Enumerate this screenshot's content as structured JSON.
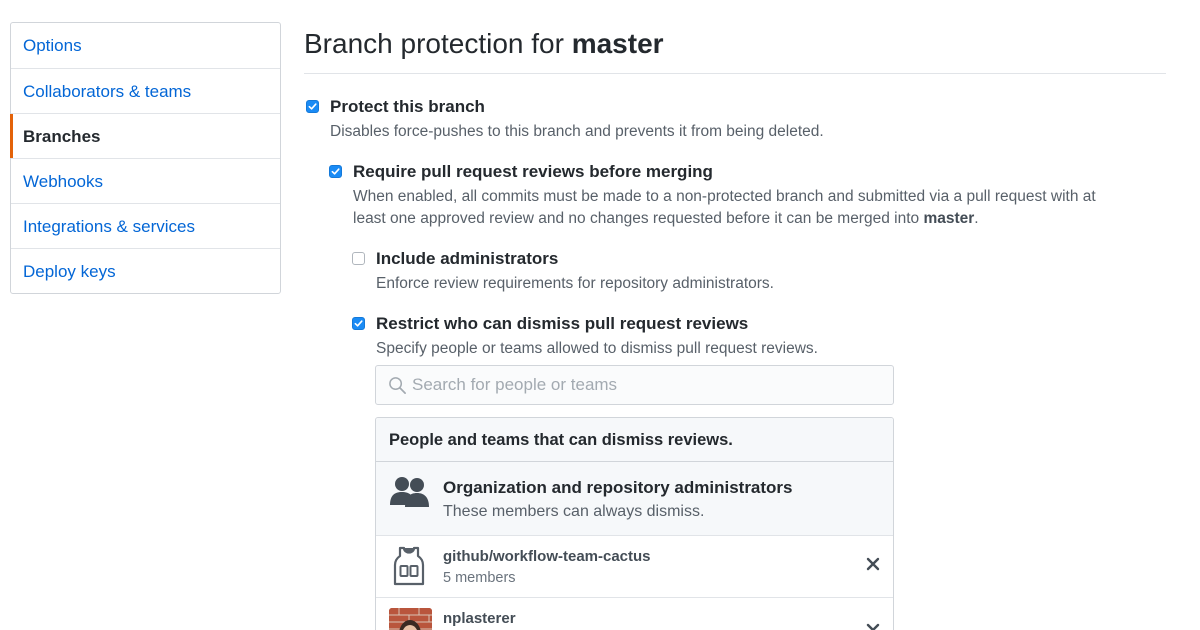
{
  "sidebar": {
    "items": [
      {
        "label": "Options",
        "selected": false
      },
      {
        "label": "Collaborators & teams",
        "selected": false
      },
      {
        "label": "Branches",
        "selected": true
      },
      {
        "label": "Webhooks",
        "selected": false
      },
      {
        "label": "Integrations & services",
        "selected": false
      },
      {
        "label": "Deploy keys",
        "selected": false
      }
    ]
  },
  "header": {
    "title_prefix": "Branch protection for ",
    "branch": "master"
  },
  "options": {
    "protect": {
      "label": "Protect this branch",
      "description": "Disables force-pushes to this branch and prevents it from being deleted.",
      "checked": true
    },
    "require_reviews": {
      "label": "Require pull request reviews before merging",
      "description_line1": "When enabled, all commits must be made to a non-protected branch and submitted via a pull request with at",
      "description_line2_prefix": "least one approved review and no changes requested before it can be merged into ",
      "description_line2_branch": "master",
      "description_line2_suffix": ".",
      "checked": true
    },
    "include_admins": {
      "label": "Include administrators",
      "description": "Enforce review requirements for repository administrators.",
      "checked": false
    },
    "restrict_dismiss": {
      "label": "Restrict who can dismiss pull request reviews",
      "description": "Specify people or teams allowed to dismiss pull request reviews.",
      "checked": true
    }
  },
  "search": {
    "placeholder": "Search for people or teams",
    "value": "",
    "icon": "search-icon"
  },
  "dismiss_list": {
    "header": "People and teams that can dismiss reviews.",
    "admins": {
      "title": "Organization and repository administrators",
      "subtitle": "These members can always dismiss.",
      "icon": "people-icon"
    },
    "members": [
      {
        "name": "github/workflow-team-cactus",
        "subtitle": "5 members",
        "icon": "jersey-icon",
        "remove_icon": "close-icon"
      },
      {
        "name": "nplasterer",
        "subtitle": "",
        "icon": "avatar",
        "remove_icon": "close-icon"
      }
    ]
  },
  "colors": {
    "link": "#0366d6",
    "selected_indicator": "#e36209",
    "checkbox": "#1a8bf5",
    "text": "#24292e",
    "muted": "#586069"
  }
}
